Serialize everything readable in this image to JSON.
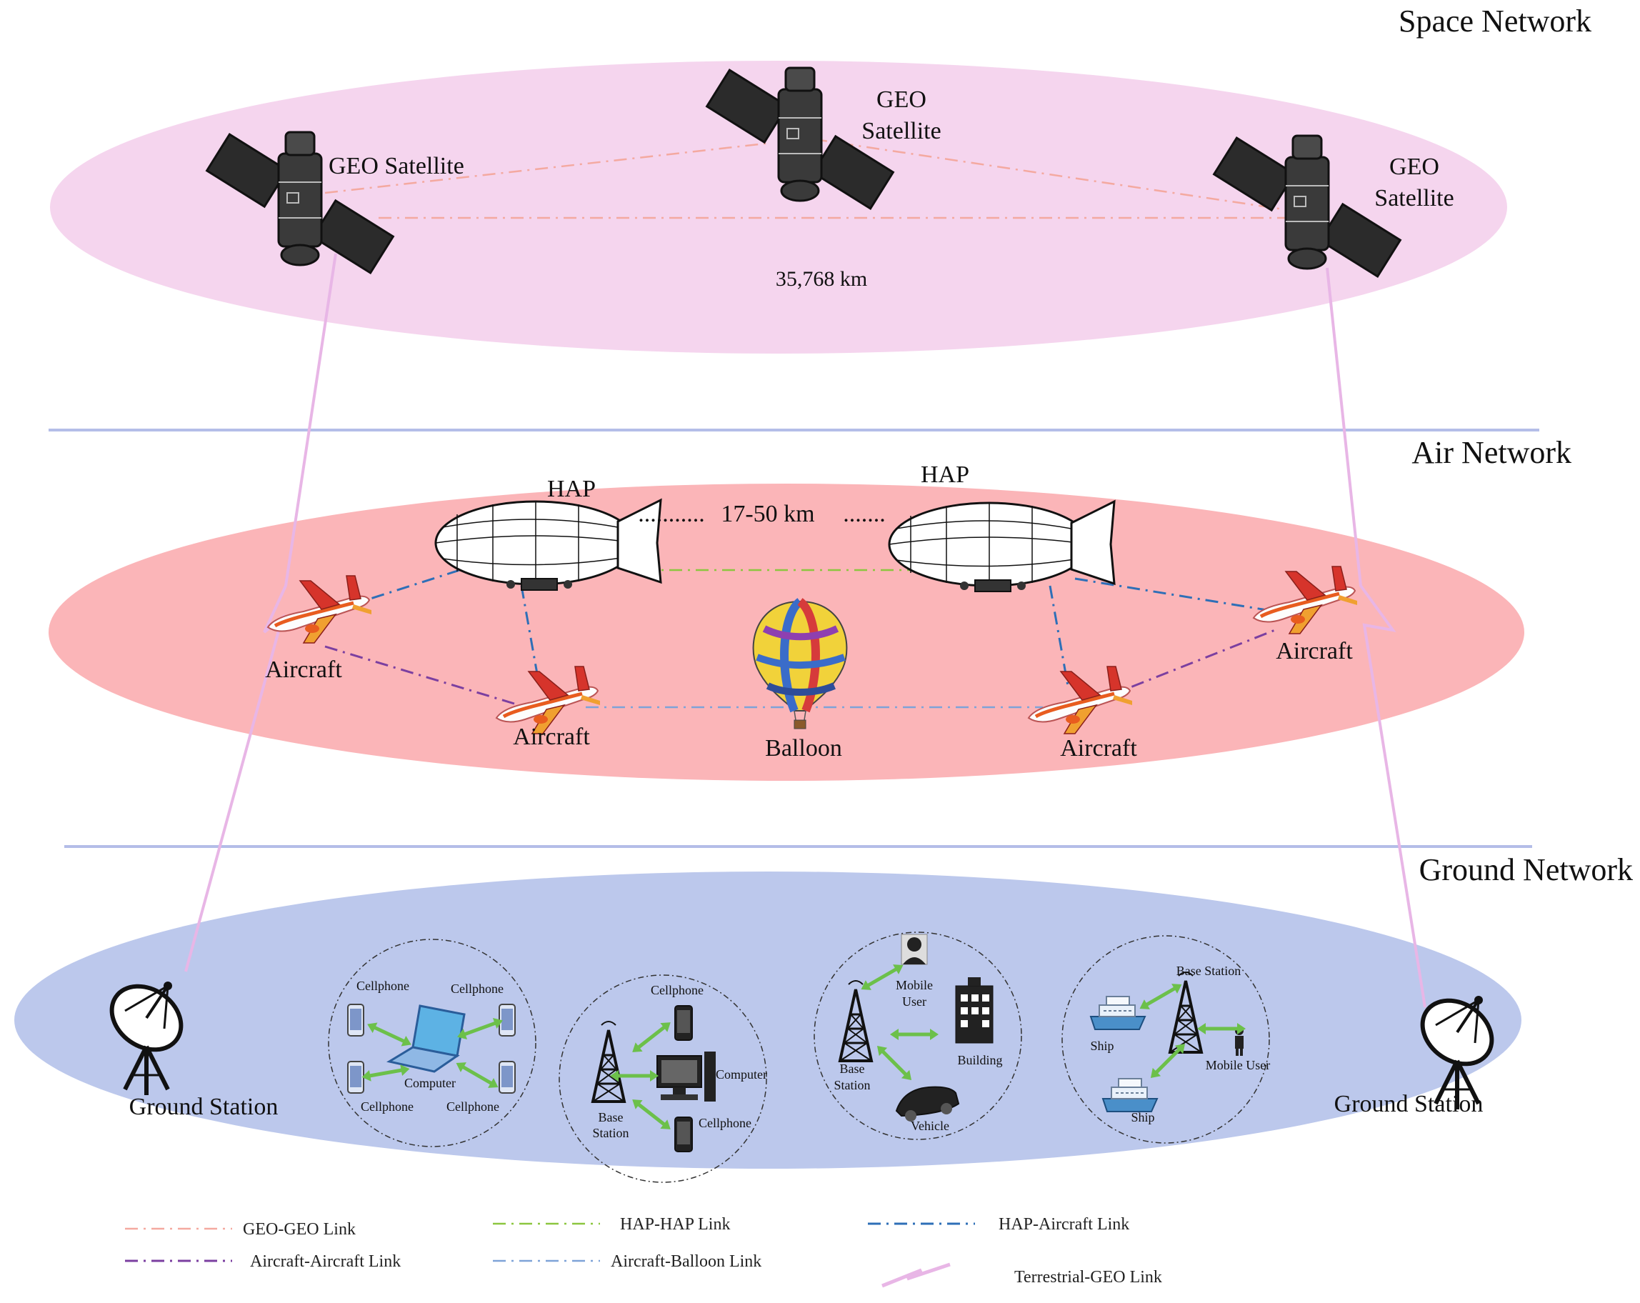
{
  "layers": {
    "space": "Space Network",
    "air": "Air Network",
    "ground": "Ground Network"
  },
  "space": {
    "sat_left": "GEO Satellite",
    "sat_mid_1": "GEO",
    "sat_mid_2": "Satellite",
    "sat_right_1": "GEO",
    "sat_right_2": "Satellite",
    "distance": "35,768 km"
  },
  "air": {
    "hap_left": "HAP",
    "hap_right": "HAP",
    "dots_left": "...........",
    "altitude": "17-50 km",
    "dots_right": ".......",
    "aircraft_far_left": "Aircraft",
    "aircraft_mid_left": "Aircraft",
    "balloon": "Balloon",
    "aircraft_mid_right": "Aircraft",
    "aircraft_far_right": "Aircraft"
  },
  "ground": {
    "station_left": "Ground Station",
    "station_right": "Ground Station",
    "cluster1": {
      "cellphone_tl": "Cellphone",
      "cellphone_tr": "Cellphone",
      "computer": "Computer",
      "cellphone_bl": "Cellphone",
      "cellphone_br": "Cellphone"
    },
    "cluster2": {
      "cellphone_top": "Cellphone",
      "base_1": "Base",
      "base_2": "Station",
      "computer": "Computer",
      "cellphone_bottom": "Cellphone"
    },
    "cluster3": {
      "mobile_1": "Mobile",
      "mobile_2": "User",
      "base_1": "Base",
      "base_2": "Station",
      "building": "Building",
      "vehicle": "Vehicle"
    },
    "cluster4": {
      "base_station": "Base Station",
      "ship_top": "Ship",
      "mobile_user": "Mobile User",
      "ship_bottom": "Ship"
    }
  },
  "legend": {
    "geo_geo": "GEO-GEO Link",
    "hap_hap": "HAP-HAP Link",
    "hap_aircraft": "HAP-Aircraft Link",
    "aircraft_aircraft": "Aircraft-Aircraft Link",
    "aircraft_balloon": "Aircraft-Balloon Link",
    "terrestrial_geo": "Terrestrial-GEO Link"
  },
  "colors": {
    "space_ellipse": "#f5d5ee",
    "air_ellipse": "#fbb5b8",
    "ground_ellipse": "#bcc8ec",
    "separator": "#b4bde8",
    "geo_geo_link": "#f4a9a0",
    "hap_hap_link": "#8cc63f",
    "hap_aircraft_link": "#2e6fb7",
    "aircraft_aircraft_link": "#7b3fa0",
    "aircraft_balloon_link": "#7ea3d8",
    "terrestrial_geo_link": "#e8b6e6"
  }
}
